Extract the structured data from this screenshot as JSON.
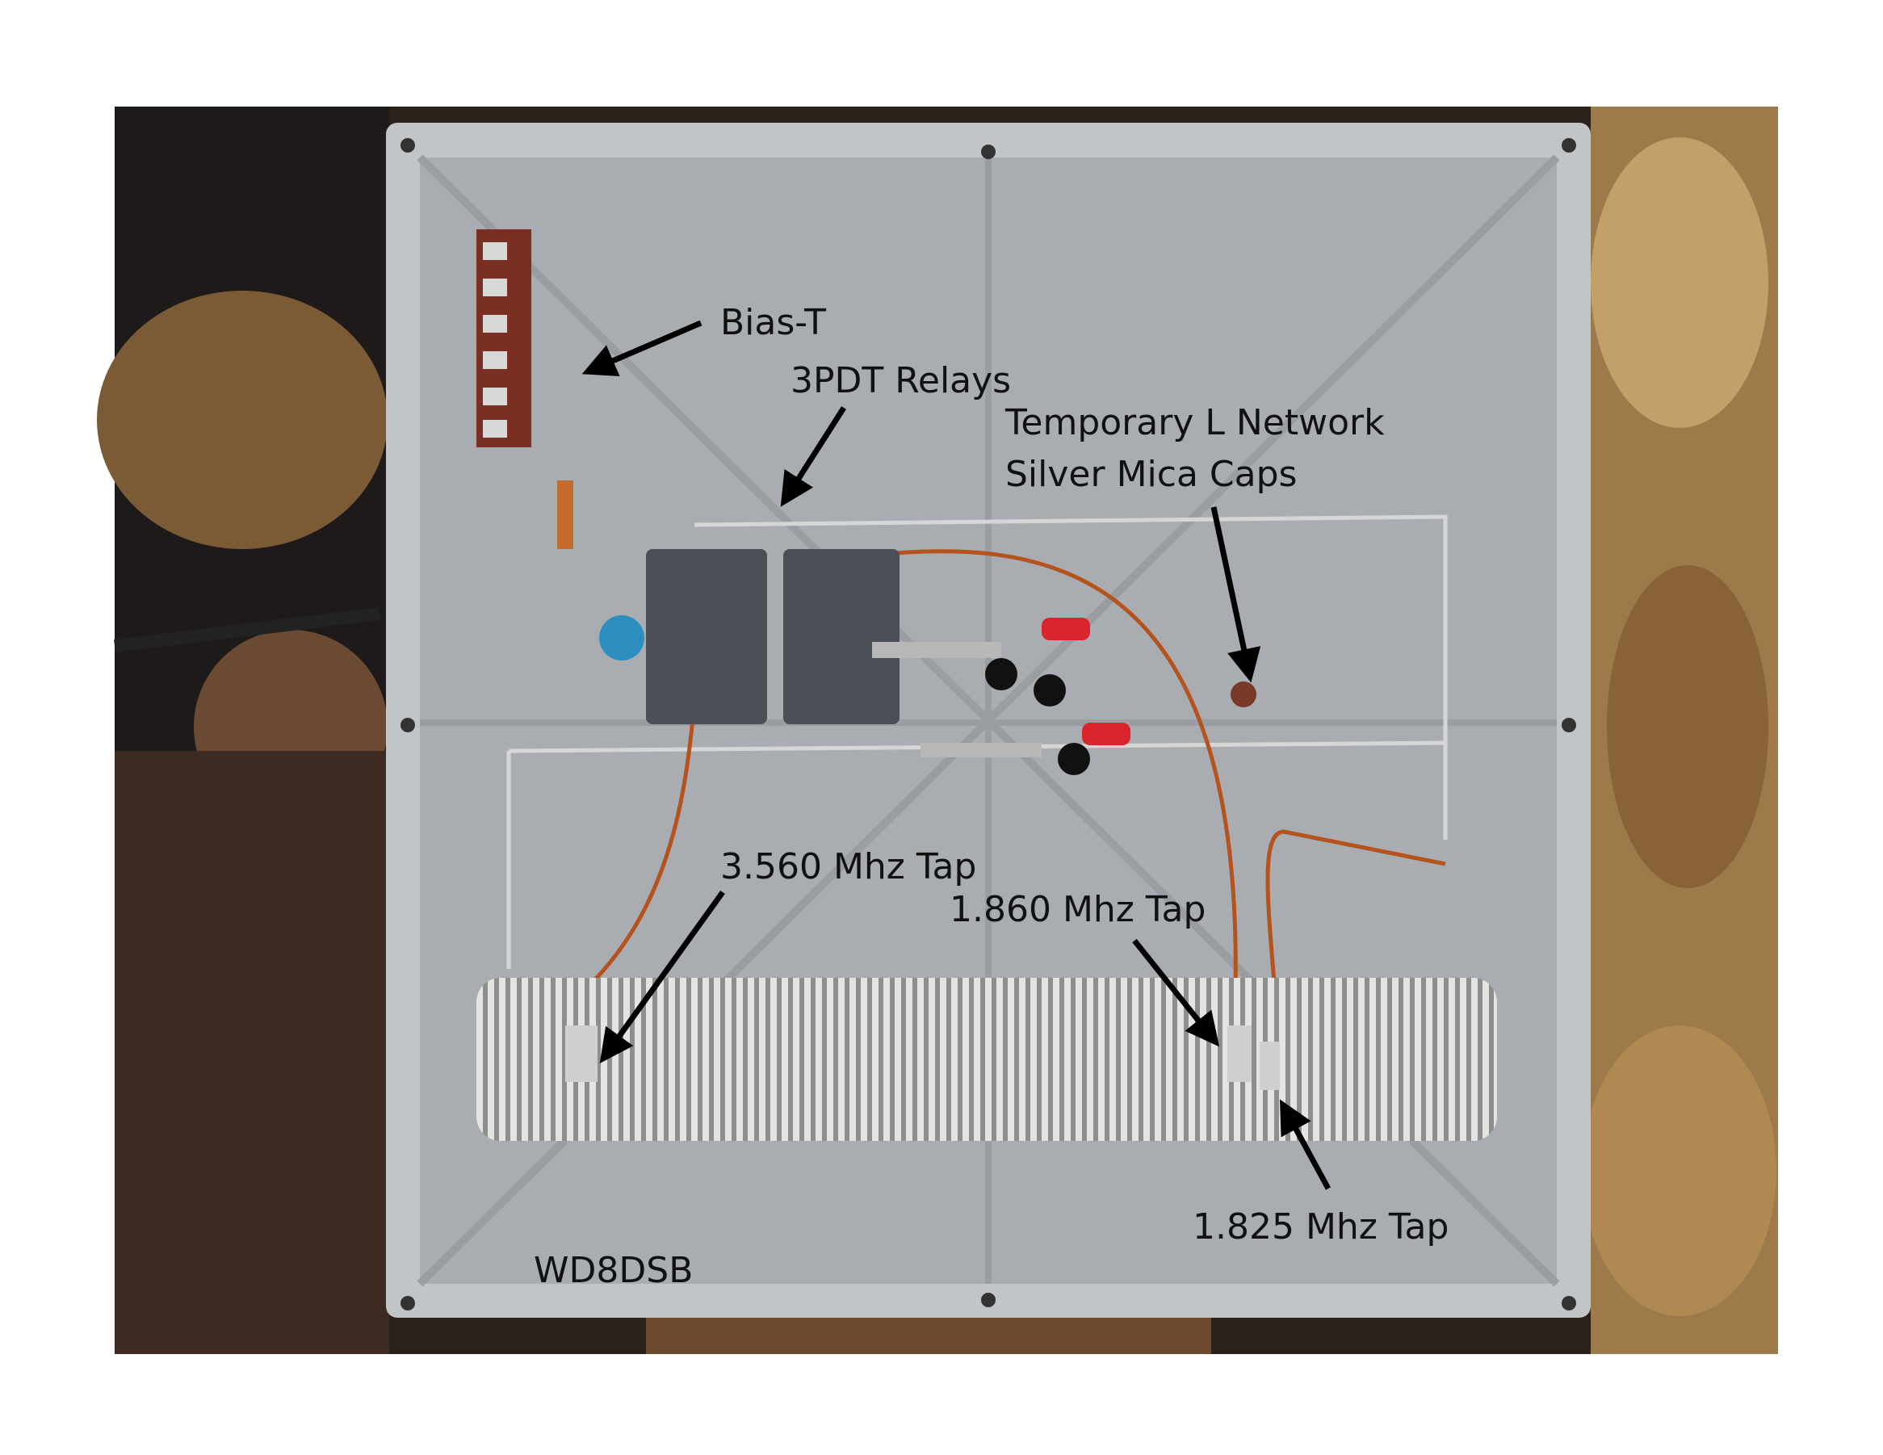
{
  "labels": {
    "bias_t": "Bias-T",
    "relays": "3PDT Relays",
    "l_network_line1": "Temporary L Network",
    "l_network_line2": "Silver Mica Caps",
    "tap_3560": "3.560 Mhz Tap",
    "tap_1860": "1.860 Mhz Tap",
    "tap_1825": "1.825 Mhz Tap",
    "callsign": "WD8DSB"
  },
  "colors": {
    "enclosure": "#a9adb1",
    "leaves": "#9c7a4a",
    "wood": "#3b2a22",
    "copper_wire": "#b5531e"
  }
}
